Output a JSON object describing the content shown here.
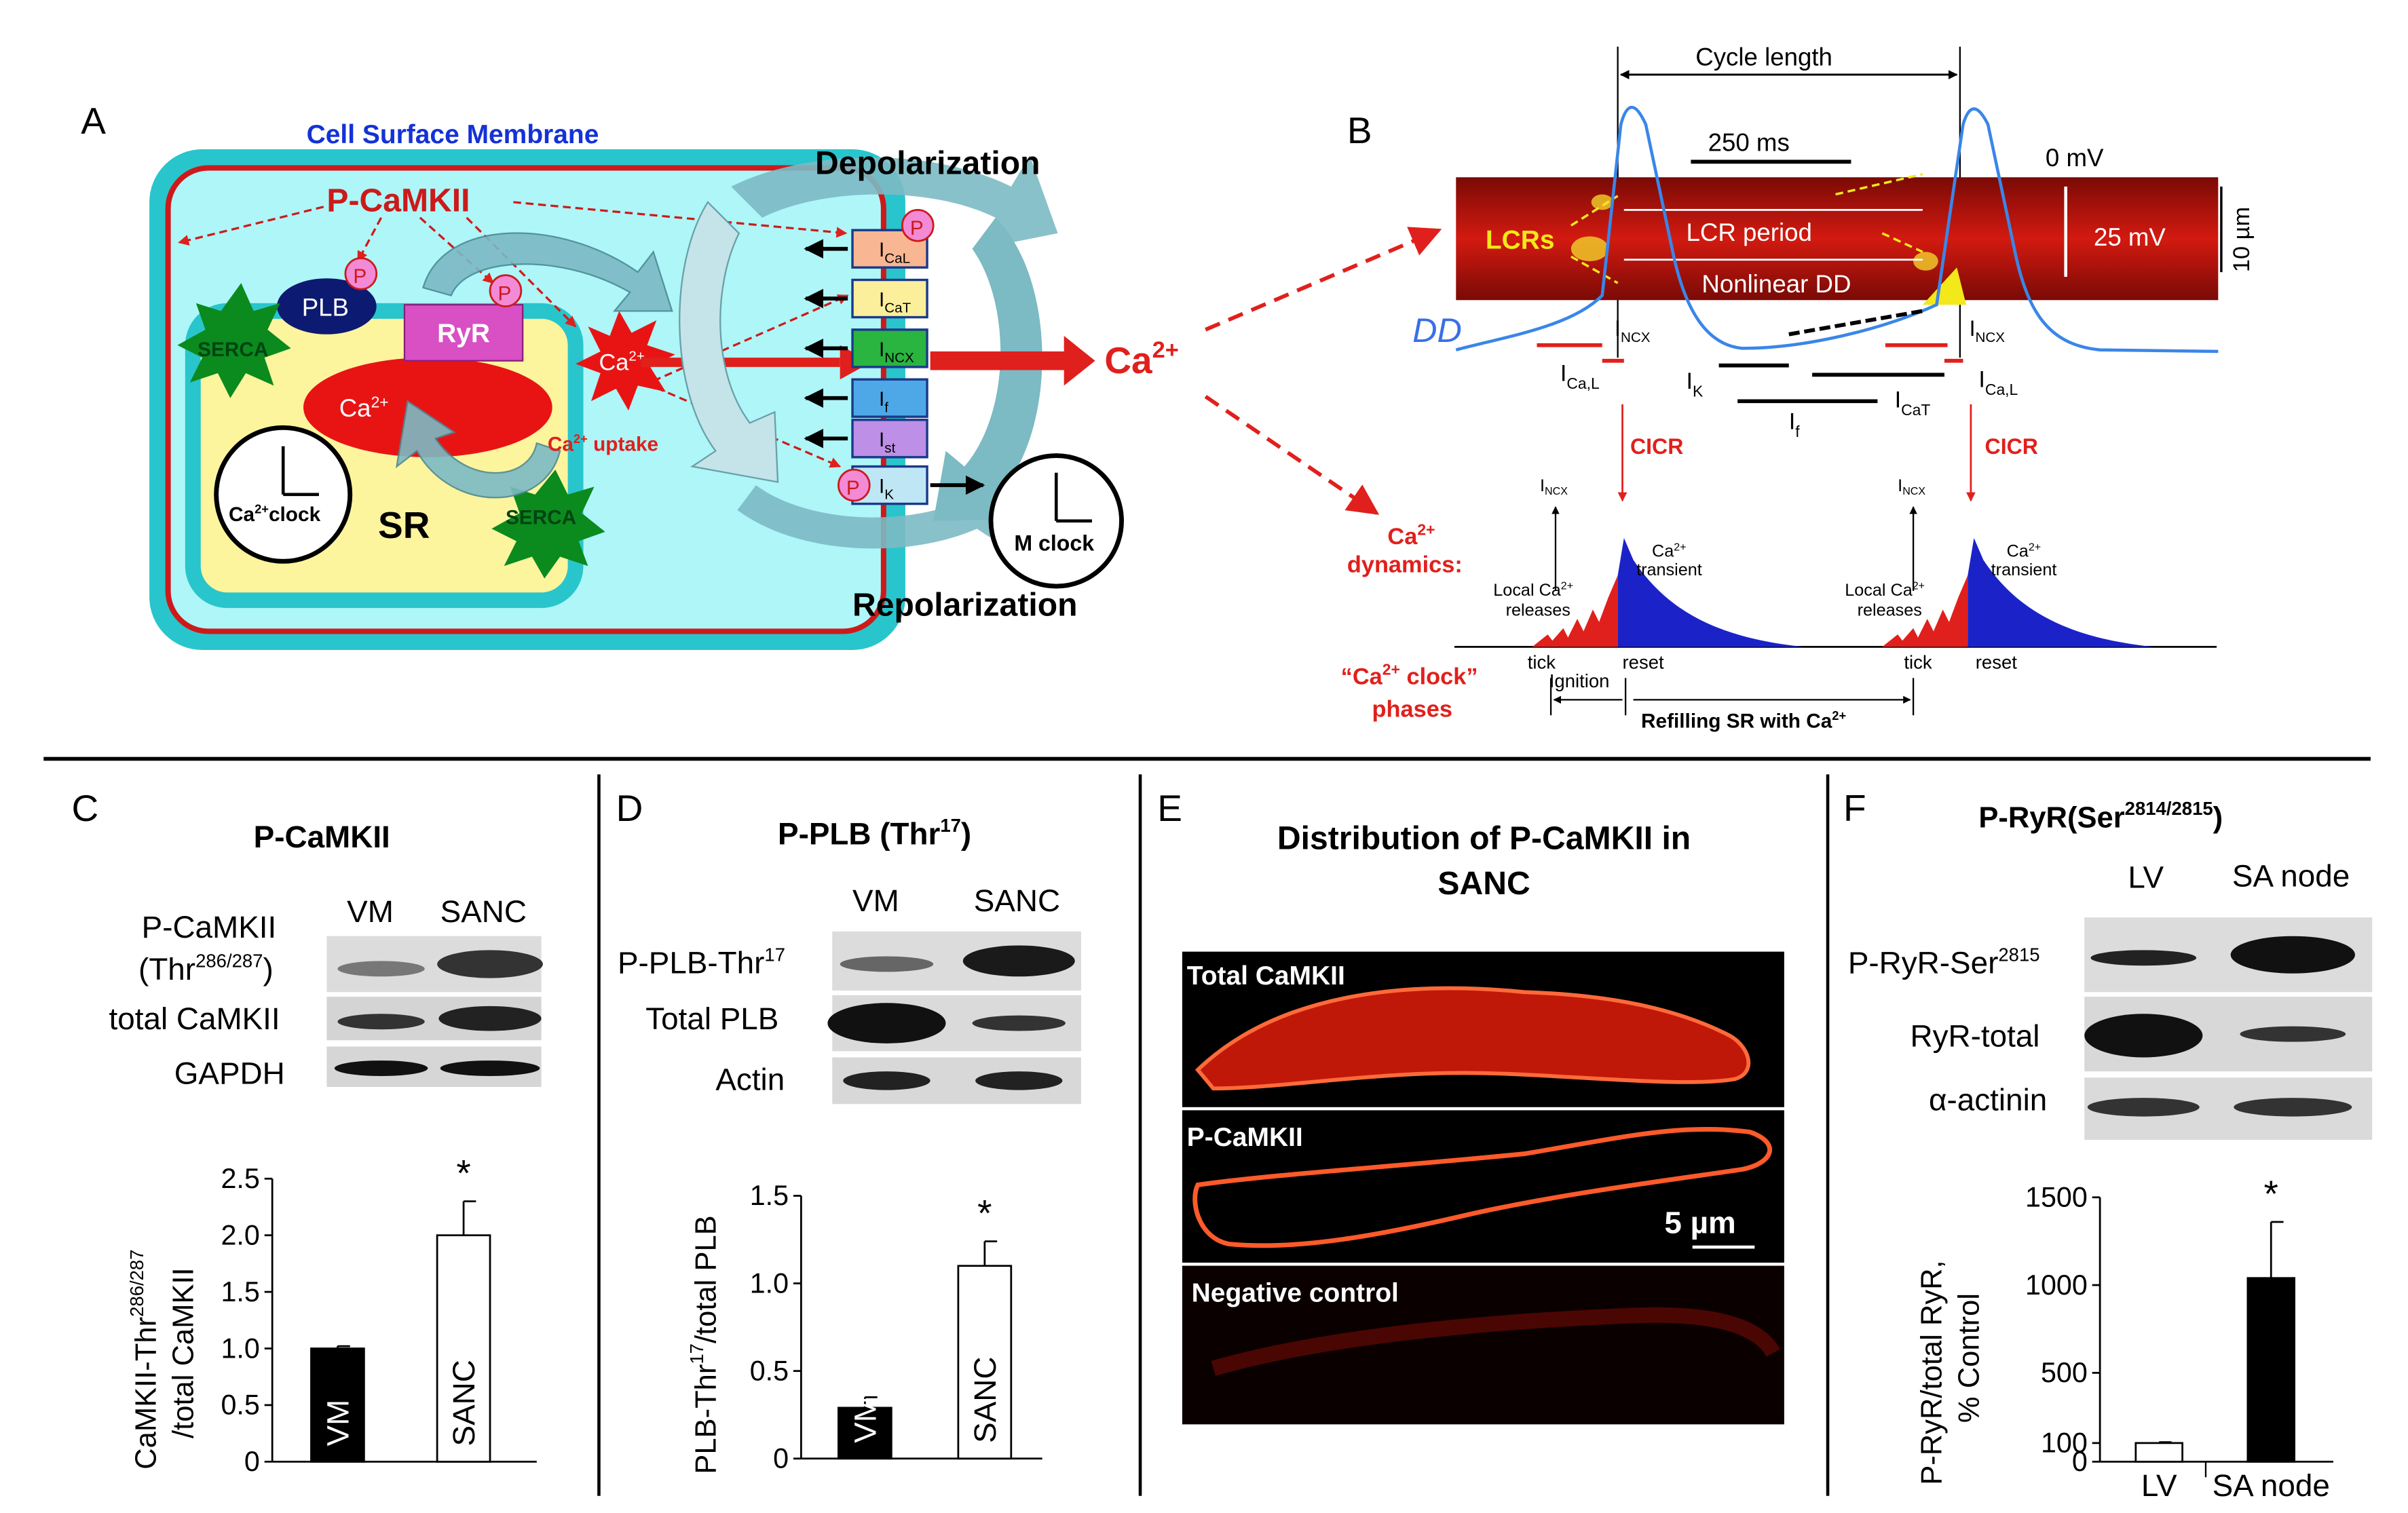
{
  "colors": {
    "cell_outline": "#29c5cc",
    "cytosol": "#aef6f8",
    "membrane_red": "#cc1a1a",
    "sr_fill": "#fdf49e",
    "serca_green": "#0b8a1e",
    "plb_navy": "#0c1a72",
    "ryr_magenta": "#d94fc4",
    "phospho_pink": "#f28ad6",
    "blue_title": "#1432d6",
    "dd_blue": "#3a6ee8",
    "ap_trace": "#3a86e8",
    "ca_blue": "#1b23c8",
    "red_text": "#e0201c",
    "linescan_red": "#b0140c"
  },
  "panelA": {
    "letter": "A",
    "membrane_title": "Cell Surface Membrane",
    "pcamkii": "P-CaMKII",
    "plb": "PLB",
    "ryr": "RyR",
    "serca_left": "SERCA",
    "serca_right": "SERCA",
    "ca_sr": "Ca",
    "ca_burst": "Ca",
    "ca_uptake": "Ca",
    "uptake_word": "uptake",
    "sup": "2+",
    "clock_label_pre": "Ca",
    "clock_label_post": "clock",
    "sr": "SR",
    "phos": "P",
    "depolarization": "Depolarization",
    "repolarization": "Repolarization",
    "ca_out": "Ca",
    "ca_out_sup": "2+",
    "m_clock": "M clock",
    "channels": [
      {
        "main": "I",
        "sub": "CaL",
        "fill": "#f9b692"
      },
      {
        "main": "I",
        "sub": "CaT",
        "fill": "#fbef9b"
      },
      {
        "main": "I",
        "sub": "NCX",
        "fill": "#2ab440"
      },
      {
        "main": "I",
        "sub": "f",
        "fill": "#4ea8e8"
      },
      {
        "main": "I",
        "sub": "st",
        "fill": "#bd8fe6"
      },
      {
        "main": "I",
        "sub": "K",
        "fill": "#bfe6f5"
      }
    ]
  },
  "panelB": {
    "letter": "B",
    "cycle_length": "Cycle length",
    "scale_ms": "250 ms",
    "zero_mv": "0 mV",
    "scale_mv": "25 mV",
    "scale_um": "10 µm",
    "lcrs": "LCRs",
    "lcr_period": "LCR period",
    "nonlinear_dd": "Nonlinear DD",
    "dd": "DD",
    "i_main": "I",
    "incx_sub": "NCX",
    "ical_sub": "Ca,L",
    "ik_sub": "K",
    "icat_sub": "CaT",
    "if_sub": "f",
    "cicr": "CICR",
    "ca_dyn_1": "Ca",
    "ca_dyn_sup": "2+",
    "ca_dyn_2": "dynamics:",
    "local_ca": "Local Ca",
    "releases": "releases",
    "transient_ca": "Ca",
    "transient": "transient",
    "small_sup": "2+",
    "tick": "tick",
    "reset": "reset",
    "ignition": "Ignition",
    "refilling": "Refilling SR with Ca",
    "clock_phases_1": "“Ca",
    "clock_phases_2": " clock”",
    "clock_phases_3": "phases"
  },
  "panelC": {
    "letter": "C",
    "title": "P-CaMKII",
    "col1": "VM",
    "col2": "SANC",
    "row1a": "P-CaMKII",
    "row1b": "(Thr",
    "row1_sup": "286/287",
    "row1c": ")",
    "row2": "total CaMKII",
    "row3": "GAPDH",
    "ylabel_1": "CaMKII-Thr",
    "ylabel_sup": "286/287",
    "ylabel_2": "/total CaMKII",
    "star": "*"
  },
  "panelD": {
    "letter": "D",
    "title_1": "P-PLB (Thr",
    "title_sup": "17",
    "title_2": ")",
    "col1": "VM",
    "col2": "SANC",
    "row1": "P-PLB-Thr",
    "row1_sup": "17",
    "row2": "Total PLB",
    "row3": "Actin",
    "ylabel_1": "PLB-Thr",
    "ylabel_sup": "17",
    "ylabel_2": "/total PLB",
    "star": "*"
  },
  "panelE": {
    "letter": "E",
    "title_1": "Distribution of P-CaMKII in",
    "title_2": "SANC",
    "img1": "Total CaMKII",
    "img2": "P-CaMKII",
    "img3": "Negative control",
    "scale": "5 µm"
  },
  "panelF": {
    "letter": "F",
    "title_1": "P-RyR(Ser",
    "title_sup": "2814/2815",
    "title_2": ")",
    "col1": "LV",
    "col2": "SA node",
    "row1": "P-RyR-Ser",
    "row1_sup": "2815",
    "row2": "RyR-total",
    "row3": "α-actinin",
    "ylabel_1": "P-RyR/total RyR,",
    "ylabel_2": "% Control",
    "star": "*"
  },
  "chart_data": [
    {
      "type": "bar",
      "panel": "C",
      "categories": [
        "VM",
        "SANC"
      ],
      "values": [
        1.0,
        2.0
      ],
      "errors": [
        0.02,
        0.3
      ],
      "colors": [
        "#000000",
        "#ffffff"
      ],
      "ylim": [
        0,
        2.5
      ],
      "yticks": [
        "0",
        "0.5",
        "1.0",
        "1.5",
        "2.0",
        "2.5"
      ]
    },
    {
      "type": "bar",
      "panel": "D",
      "categories": [
        "VM",
        "SANC"
      ],
      "values": [
        0.29,
        1.1
      ],
      "errors": [
        0.06,
        0.14
      ],
      "colors": [
        "#000000",
        "#ffffff"
      ],
      "ylim": [
        0,
        1.5
      ],
      "yticks": [
        "0",
        "0.5",
        "1.0",
        "1.5"
      ]
    },
    {
      "type": "bar",
      "panel": "F",
      "categories": [
        "LV",
        "SA node"
      ],
      "values": [
        100,
        1040
      ],
      "errors": [
        5,
        320
      ],
      "colors": [
        "#ffffff",
        "#000000"
      ],
      "ylim": [
        0,
        1500
      ],
      "yticks": [
        "0",
        "100",
        "500",
        "1000",
        "1500"
      ]
    }
  ]
}
